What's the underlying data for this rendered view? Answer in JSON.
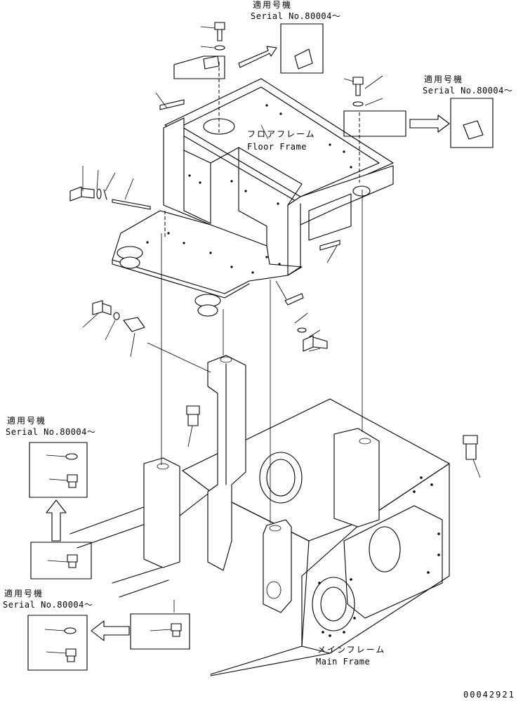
{
  "serial_top": {
    "applicable": "適用号機",
    "serial": "Serial No.80004～"
  },
  "serial_right": {
    "applicable": "適用号機",
    "serial": "Serial No.80004～"
  },
  "serial_left_mid": {
    "applicable": "適用号機",
    "serial": "Serial No.80004～"
  },
  "serial_left_bottom": {
    "applicable": "適用号機",
    "serial": "Serial No.80004～"
  },
  "floor_frame": {
    "jp": "フロアフレーム",
    "en": "Floor Frame"
  },
  "main_frame": {
    "jp": "メインフレーム",
    "en": "Main Frame"
  },
  "drawing_number": "00042921"
}
